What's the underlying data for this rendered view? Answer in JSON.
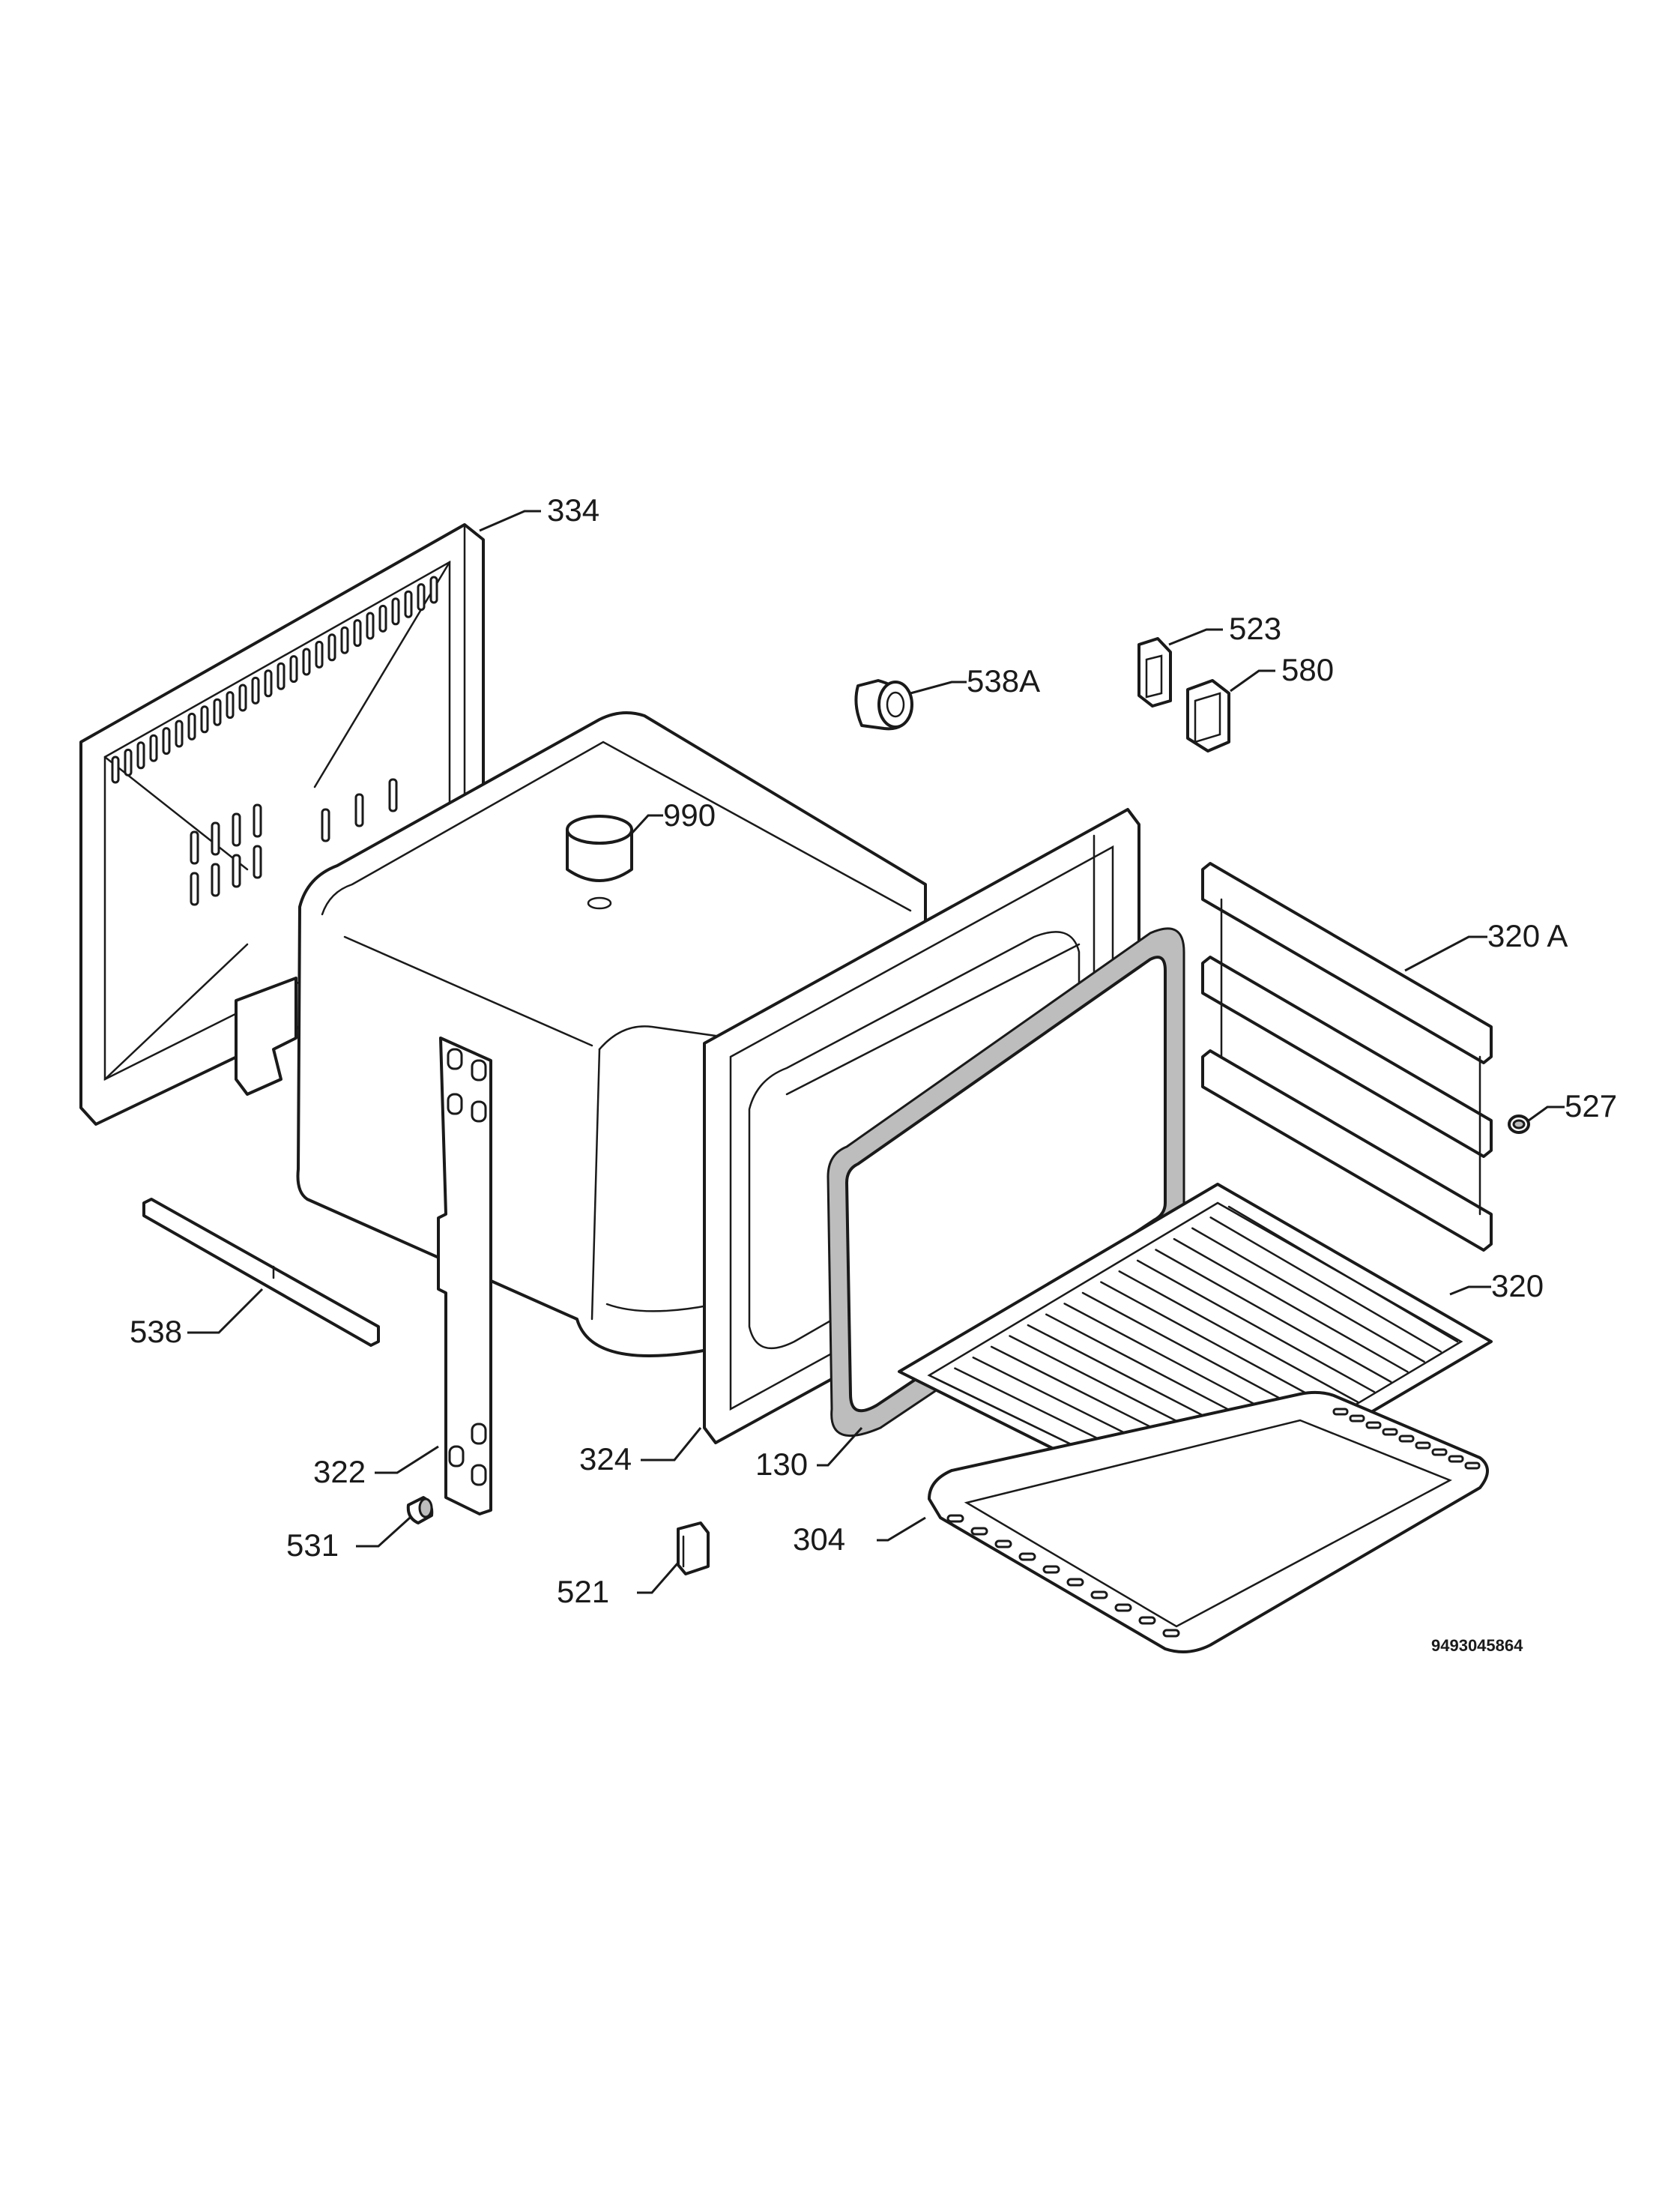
{
  "diagram": {
    "drawing_number": "9493045864",
    "parts": [
      {
        "id": "334",
        "label": "334"
      },
      {
        "id": "523",
        "label": "523"
      },
      {
        "id": "538A",
        "label": "538A"
      },
      {
        "id": "580",
        "label": "580"
      },
      {
        "id": "990",
        "label": "990"
      },
      {
        "id": "320A",
        "label": "320 A"
      },
      {
        "id": "527",
        "label": "527"
      },
      {
        "id": "320",
        "label": "320"
      },
      {
        "id": "538",
        "label": "538"
      },
      {
        "id": "322",
        "label": "322"
      },
      {
        "id": "324",
        "label": "324"
      },
      {
        "id": "130",
        "label": "130"
      },
      {
        "id": "304",
        "label": "304"
      },
      {
        "id": "531",
        "label": "531"
      },
      {
        "id": "521",
        "label": "521"
      }
    ]
  }
}
